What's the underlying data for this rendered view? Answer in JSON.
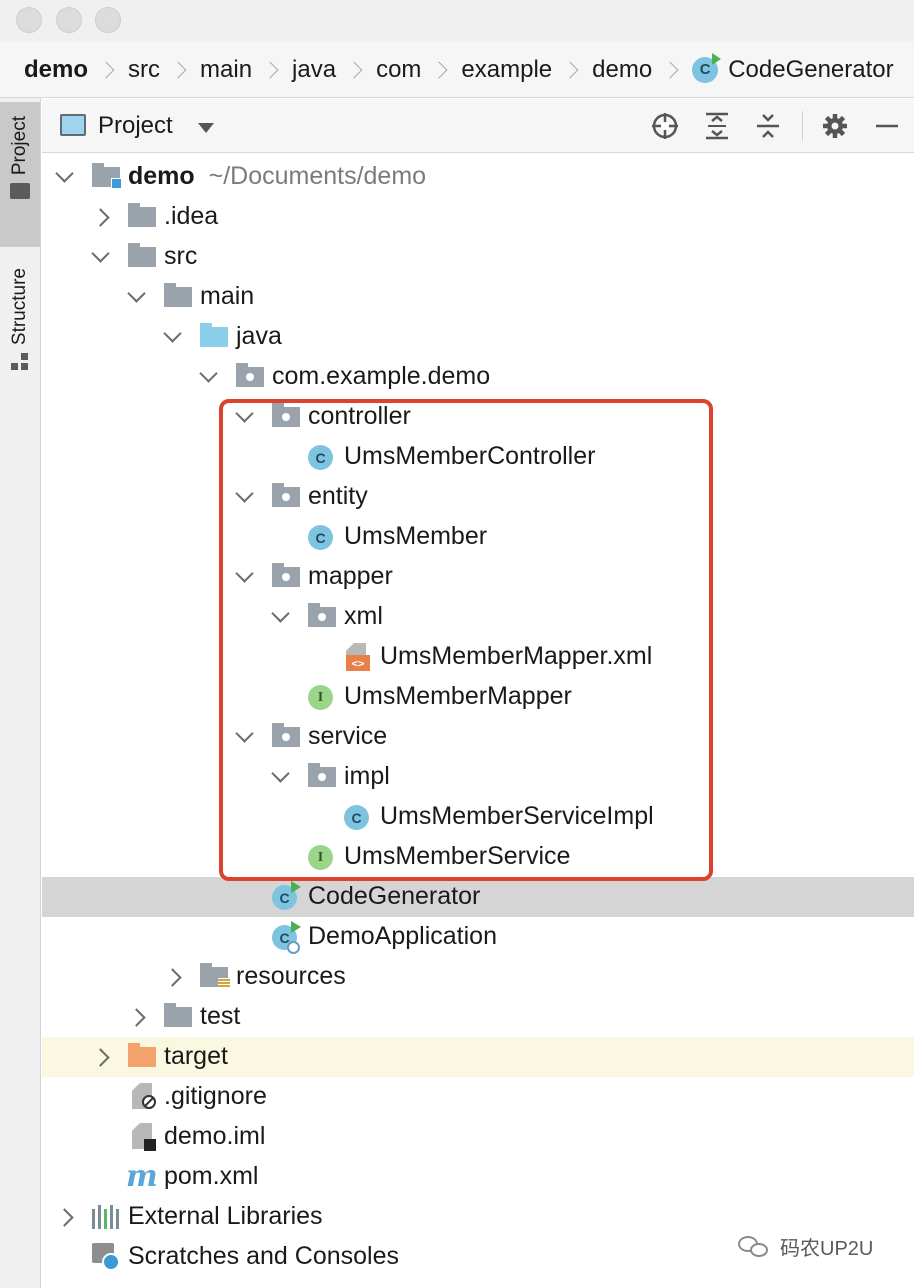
{
  "window": {
    "traffic_lights": [
      "close",
      "minimize",
      "zoom"
    ]
  },
  "breadcrumb": {
    "items": [
      "demo",
      "src",
      "main",
      "java",
      "com",
      "example",
      "demo",
      "CodeGenerator"
    ],
    "class_icon_letter": "C"
  },
  "side_tabs": {
    "project": "Project",
    "structure": "Structure"
  },
  "toolbar": {
    "title": "Project",
    "icons": [
      "locate-icon",
      "expand-all-icon",
      "collapse-all-icon",
      "gear-icon",
      "minimize-icon"
    ]
  },
  "tree": {
    "root_name": "demo",
    "root_path": "~/Documents/demo",
    "nodes": [
      "demo",
      ".idea",
      "src",
      "main",
      "java",
      "com.example.demo",
      "controller",
      "UmsMemberController",
      "entity",
      "UmsMember",
      "mapper",
      "xml",
      "UmsMemberMapper.xml",
      "UmsMemberMapper",
      "service",
      "impl",
      "UmsMemberServiceImpl",
      "UmsMemberService",
      "CodeGenerator",
      "DemoApplication",
      "resources",
      "test",
      "target",
      ".gitignore",
      "demo.iml",
      "pom.xml",
      "External Libraries",
      "Scratches and Consoles"
    ],
    "class_letter": "C",
    "interface_letter": "I",
    "xml_badge": "<>",
    "maven_letter": "m",
    "selected": "CodeGenerator"
  },
  "watermark": {
    "text": "码农UP2U"
  },
  "colors": {
    "highlight_border": "#d9432f",
    "selected_row": "#d5d5d5",
    "excluded_row": "#fbf8e1",
    "class_icon": "#7ec3e0",
    "interface_icon": "#9cd48a",
    "run_badge": "#4caf50"
  }
}
